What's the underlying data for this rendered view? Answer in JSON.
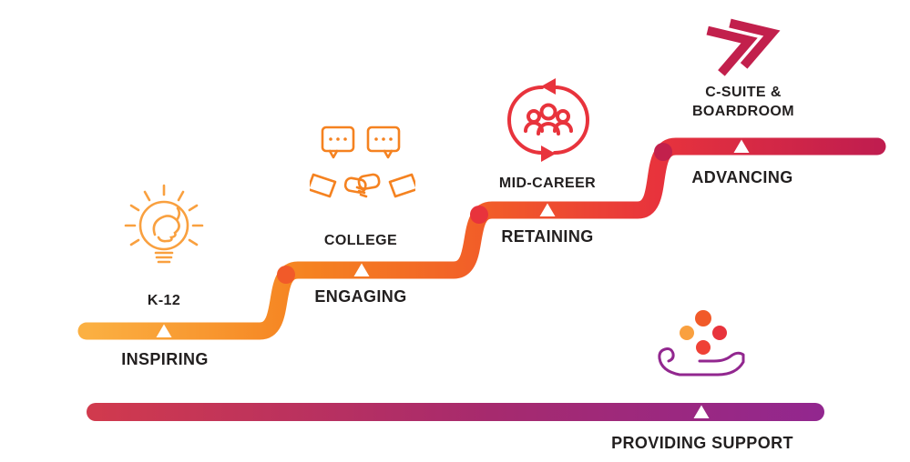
{
  "diagram": {
    "background": "#FFFFFF",
    "steps": [
      {
        "stage": "K-12",
        "action": "INSPIRING",
        "icon": "lightbulb-icon"
      },
      {
        "stage": "COLLEGE",
        "action": "ENGAGING",
        "icon": "conversation-handshake-icon"
      },
      {
        "stage": "MID-CAREER",
        "action": "RETAINING",
        "icon": "people-retention-cycle-icon"
      },
      {
        "stage": "C-SUITE & BOARDROOM",
        "action": "ADVANCING",
        "icon": "forward-arrows-icon"
      }
    ],
    "support": {
      "label": "PROVIDING SUPPORT",
      "icon": "hand-giving-support-icon"
    },
    "colors": {
      "stair_start": "#FBB042",
      "stair_orange": "#F58220",
      "stair_redorange": "#F15A29",
      "stair_red": "#E8333C",
      "stair_end": "#C01D4F",
      "support_start": "#D13A4D",
      "support_mid": "#A62A6E",
      "support_end": "#92278F",
      "dot1": "#F15A29",
      "dot2": "#E8333C",
      "dot3": "#C2204C",
      "icon_lightbulb": "#F9A03F",
      "icon_handshake": "#F58220",
      "icon_people": "#E8333C",
      "icon_arrow": "#C2204C",
      "icon_hand": "#92278F",
      "hand_dot_top": "#F15A29",
      "hand_dot_left": "#F9A03F",
      "hand_dot_right": "#E8333C",
      "hand_dot_bottom": "#EF4136",
      "marker": "#FFFFFF",
      "text": "#221F1F"
    }
  }
}
